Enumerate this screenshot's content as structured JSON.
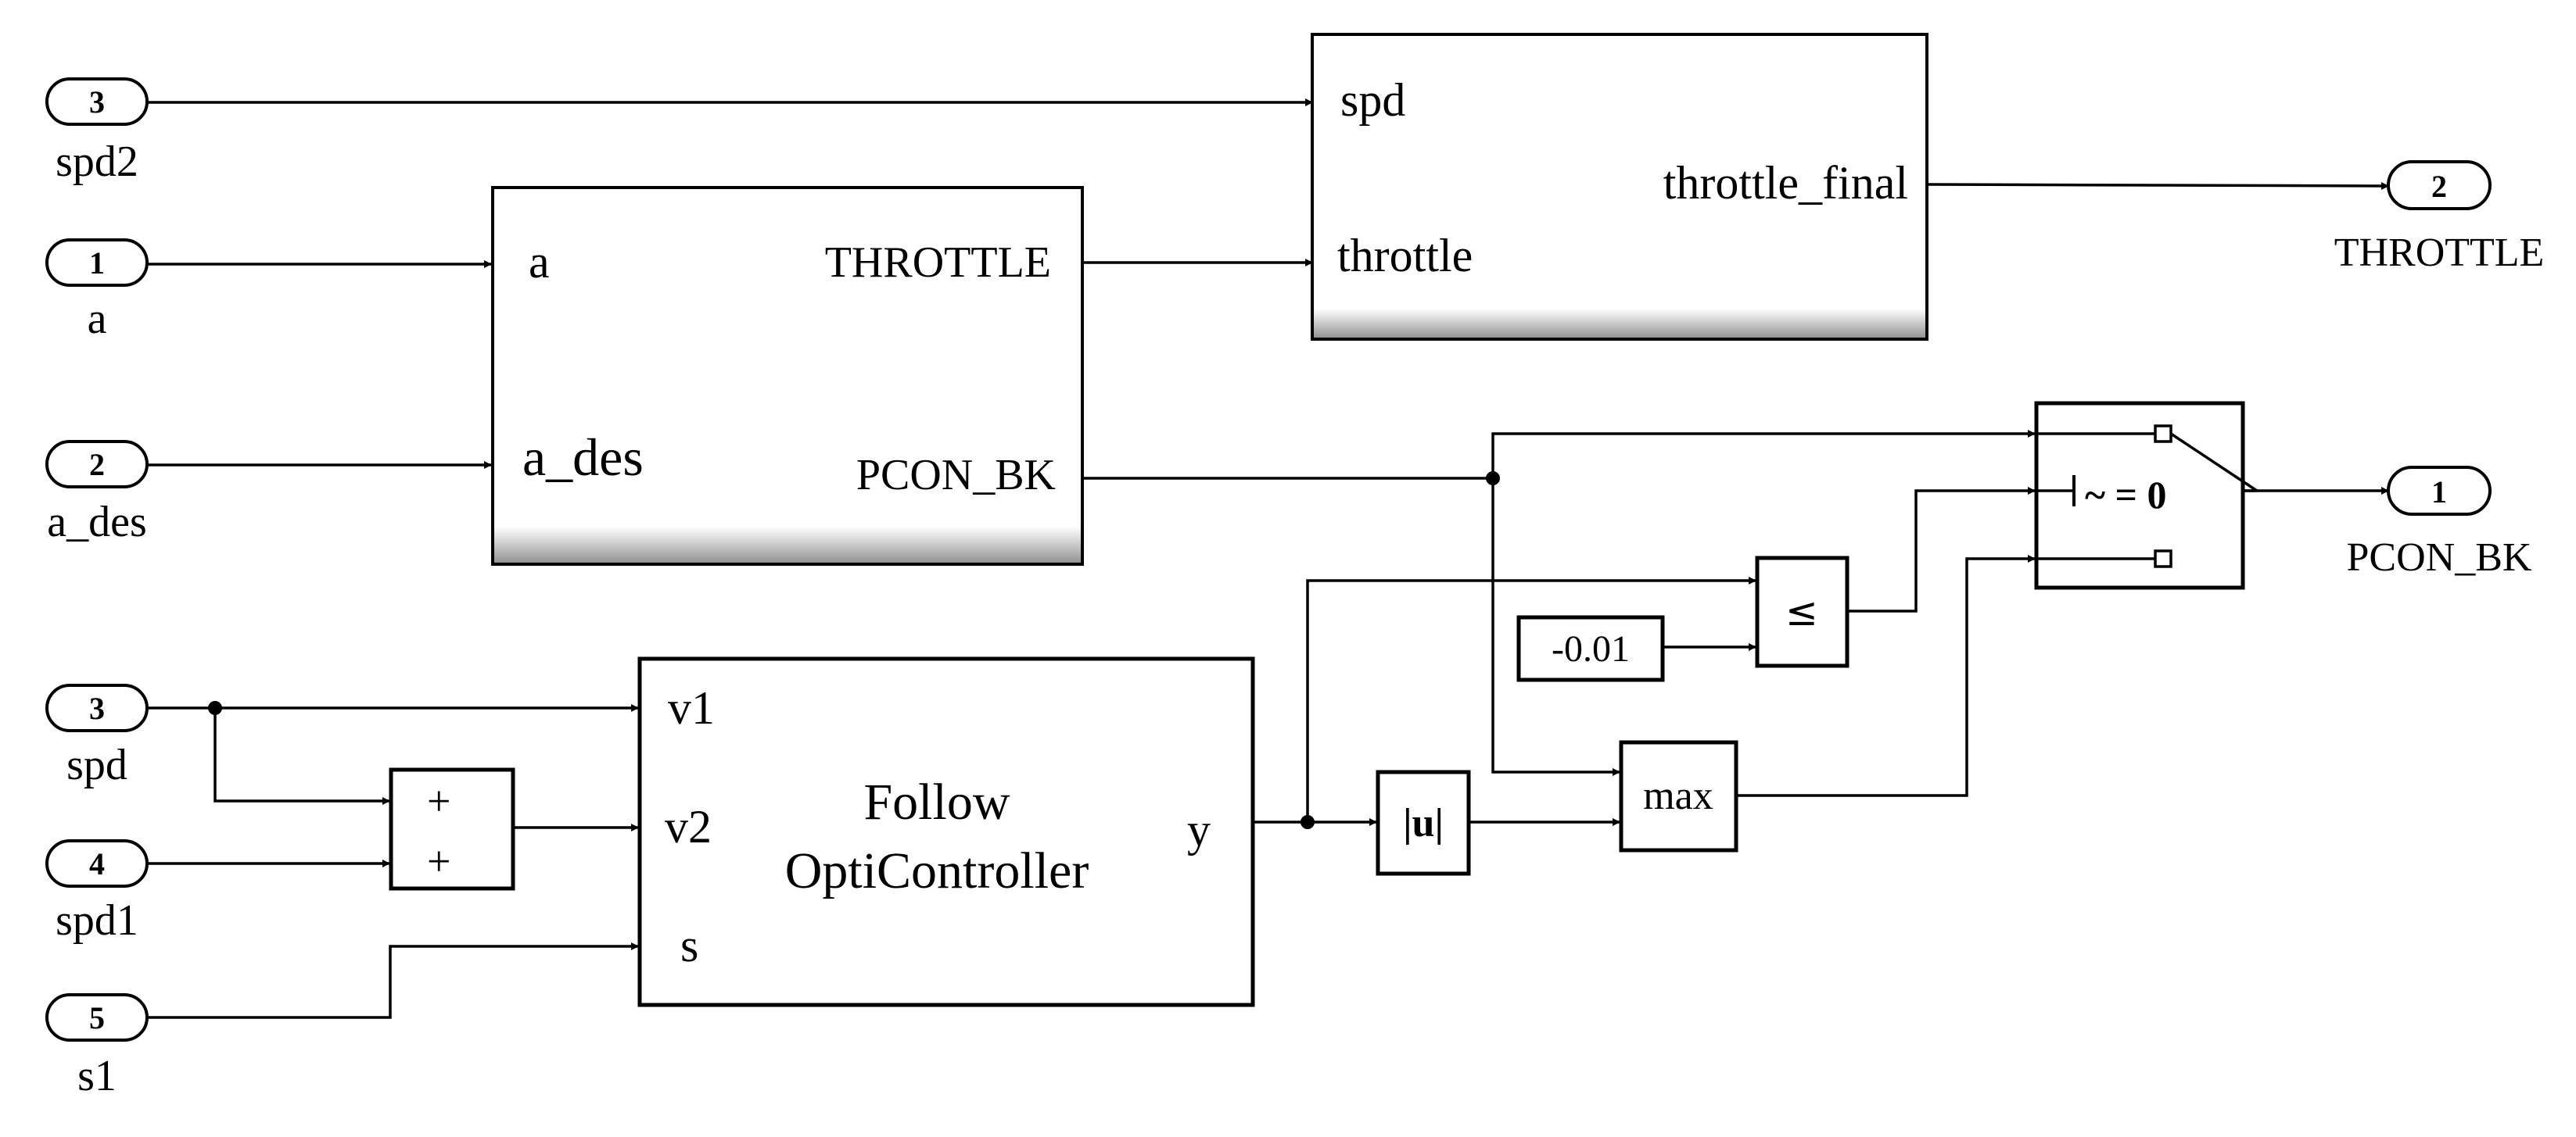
{
  "inports": [
    {
      "num": "3",
      "name": "spd2"
    },
    {
      "num": "1",
      "name": "a"
    },
    {
      "num": "2",
      "name": "a_des"
    },
    {
      "num": "3",
      "name": "spd"
    },
    {
      "num": "4",
      "name": "spd1"
    },
    {
      "num": "5",
      "name": "s1"
    }
  ],
  "outports": [
    {
      "num": "2",
      "name": "THROTTLE"
    },
    {
      "num": "1",
      "name": "PCON_BK"
    }
  ],
  "subsystem_throttle": {
    "in1": "spd",
    "in2": "throttle",
    "out": "throttle_final"
  },
  "subsystem_accel": {
    "in1": "a",
    "in2": "a_des",
    "out1": "THROTTLE",
    "out2": "PCON_BK"
  },
  "follow_controller": {
    "in1": "v1",
    "in2": "v2",
    "in3": "s",
    "out": "y",
    "title_line1": "Follow",
    "title_line2": "OptiController"
  },
  "sum_block": {
    "sign1": "+",
    "sign2": "+"
  },
  "abs_block": {
    "label": "|u|"
  },
  "max_block": {
    "label": "max"
  },
  "relational_block": {
    "label": "≤"
  },
  "constant_block": {
    "value": "-0.01"
  },
  "switch_block": {
    "criteria": "~ = 0"
  }
}
